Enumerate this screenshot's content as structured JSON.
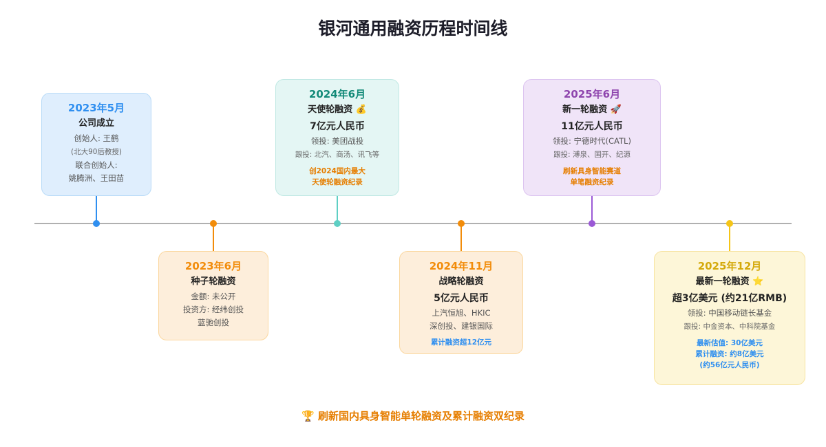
{
  "title": "银河通用融资历程时间线",
  "footer": {
    "icon": "trophy-icon",
    "emoji": "🏆",
    "text": "刷新国内具身智能单轮融资及累计融资双纪录"
  },
  "events": [
    {
      "date": "2023年5月",
      "color": "#2f8ff0",
      "bg": "#dfeefd",
      "border": "#b9dbf8",
      "dot": "#2f8ff0",
      "lines": [
        {
          "t": "head",
          "v": "公司成立"
        },
        {
          "t": "body",
          "v": "创始人: 王鹤"
        },
        {
          "t": "small",
          "v": "(北大90后教授)"
        },
        {
          "t": "body",
          "v": "联合创始人:"
        },
        {
          "t": "body",
          "v": "姚腾洲、王田苗"
        }
      ]
    },
    {
      "date": "2023年6月",
      "color": "#f28c0a",
      "bg": "#fdeedb",
      "border": "#fbd79e",
      "dot": "#f28c0a",
      "lines": [
        {
          "t": "head",
          "v": "种子轮融资"
        },
        {
          "t": "body",
          "v": "金额: 未公开"
        },
        {
          "t": "body",
          "v": "投资方: 经纬创投"
        },
        {
          "t": "body",
          "v": "蓝驰创投"
        }
      ]
    },
    {
      "date": "2024年6月",
      "color": "#138a78",
      "bg": "#e4f6f4",
      "border": "#bfe8e3",
      "dot": "#5ecfc4",
      "lines": [
        {
          "t": "head",
          "v": "天使轮融资 💰"
        },
        {
          "t": "amt",
          "v": "7亿元人民币"
        },
        {
          "t": "body",
          "v": "领投: 美团战投"
        },
        {
          "t": "small",
          "v": "跟投: 北汽、商汤、讯飞等"
        },
        {
          "t": "gap",
          "v": ""
        },
        {
          "t": "hl",
          "v": "创2024国内最大",
          "c": "#e67e00"
        },
        {
          "t": "hl",
          "v": "天使轮融资纪录",
          "c": "#e67e00"
        }
      ]
    },
    {
      "date": "2024年11月",
      "color": "#f28c0a",
      "bg": "#fdeedb",
      "border": "#fbd79e",
      "dot": "#f28c0a",
      "lines": [
        {
          "t": "head",
          "v": "战略轮融资"
        },
        {
          "t": "amt",
          "v": "5亿元人民币"
        },
        {
          "t": "body",
          "v": "上汽恒旭、HKIC"
        },
        {
          "t": "body",
          "v": "深创投、建银国际"
        },
        {
          "t": "gap",
          "v": ""
        },
        {
          "t": "hl",
          "v": "累计融资超12亿元",
          "c": "#2f8ff0"
        }
      ]
    },
    {
      "date": "2025年6月",
      "color": "#8e44ad",
      "bg": "#f0e4f8",
      "border": "#dcc4f0",
      "dot": "#9b59d6",
      "lines": [
        {
          "t": "head",
          "v": "新一轮融资 🚀"
        },
        {
          "t": "amt",
          "v": "11亿元人民币"
        },
        {
          "t": "body",
          "v": "领投: 宁德时代(CATL)"
        },
        {
          "t": "small",
          "v": "跟投: 溥泉、国开、纪源"
        },
        {
          "t": "gap",
          "v": ""
        },
        {
          "t": "hl",
          "v": "刷新具身智能赛道",
          "c": "#e67e00"
        },
        {
          "t": "hl",
          "v": "单笔融资纪录",
          "c": "#e67e00"
        }
      ]
    },
    {
      "date": "2025年12月",
      "color": "#d4a90a",
      "bg": "#fdf6d8",
      "border": "#f7e3a0",
      "dot": "#f5c518",
      "lines": [
        {
          "t": "head",
          "v": "最新一轮融资 ⭐"
        },
        {
          "t": "amt",
          "v": "超3亿美元 (约21亿RMB)"
        },
        {
          "t": "body",
          "v": "领投: 中国移动链长基金"
        },
        {
          "t": "small",
          "v": "跟投: 中金资本、中科院基金"
        },
        {
          "t": "gap",
          "v": ""
        },
        {
          "t": "hl",
          "v": "最新估值: 30亿美元",
          "c": "#2f8ff0"
        },
        {
          "t": "hl",
          "v": "累计融资: 约8亿美元",
          "c": "#2f8ff0"
        },
        {
          "t": "hl",
          "v": "(约56亿元人民币)",
          "c": "#2f8ff0"
        }
      ]
    }
  ]
}
